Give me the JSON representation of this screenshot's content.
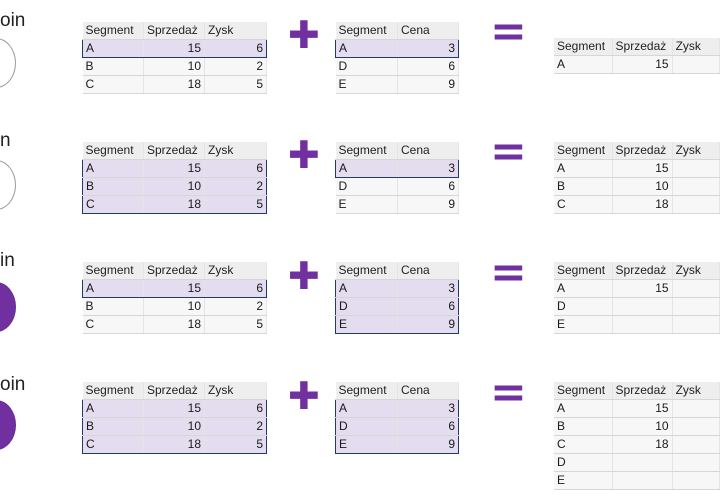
{
  "headers": {
    "left": [
      "Segment",
      "Sprzedaż",
      "Zysk"
    ],
    "right": [
      "Segment",
      "Cena"
    ],
    "result": [
      "Segment",
      "Sprzedaż",
      "Zysk"
    ]
  },
  "left_rows": [
    {
      "segment": "A",
      "sprzedaz": "15",
      "zysk": "6"
    },
    {
      "segment": "B",
      "sprzedaz": "10",
      "zysk": "2"
    },
    {
      "segment": "C",
      "sprzedaz": "18",
      "zysk": "5"
    }
  ],
  "right_rows": [
    {
      "segment": "A",
      "cena": "3"
    },
    {
      "segment": "D",
      "cena": "6"
    },
    {
      "segment": "E",
      "cena": "9"
    }
  ],
  "operators": {
    "plus": "✚",
    "equals": "="
  },
  "rows": [
    {
      "join_label": "oin",
      "circle_filled": false,
      "left_highlight": [
        0
      ],
      "right_highlight": [
        0
      ],
      "result_rows": [
        {
          "segment": "A",
          "sprzedaz": "15",
          "zysk": ""
        }
      ]
    },
    {
      "join_label": "n",
      "circle_filled": false,
      "left_highlight": [
        0,
        1,
        2
      ],
      "right_highlight": [
        0
      ],
      "result_rows": [
        {
          "segment": "A",
          "sprzedaz": "15",
          "zysk": ""
        },
        {
          "segment": "B",
          "sprzedaz": "10",
          "zysk": ""
        },
        {
          "segment": "C",
          "sprzedaz": "18",
          "zysk": ""
        }
      ]
    },
    {
      "join_label": "in",
      "circle_filled": true,
      "left_highlight": [
        0
      ],
      "right_highlight": [
        0,
        1,
        2
      ],
      "result_rows": [
        {
          "segment": "A",
          "sprzedaz": "15",
          "zysk": ""
        },
        {
          "segment": "D",
          "sprzedaz": "",
          "zysk": ""
        },
        {
          "segment": "E",
          "sprzedaz": "",
          "zysk": ""
        }
      ]
    },
    {
      "join_label": "oin",
      "circle_filled": true,
      "left_highlight": [
        0,
        1,
        2
      ],
      "right_highlight": [
        0,
        1,
        2
      ],
      "result_rows": [
        {
          "segment": "A",
          "sprzedaz": "15",
          "zysk": ""
        },
        {
          "segment": "B",
          "sprzedaz": "10",
          "zysk": ""
        },
        {
          "segment": "C",
          "sprzedaz": "18",
          "zysk": ""
        },
        {
          "segment": "D",
          "sprzedaz": "",
          "zysk": ""
        },
        {
          "segment": "E",
          "sprzedaz": "",
          "zysk": ""
        }
      ]
    }
  ]
}
